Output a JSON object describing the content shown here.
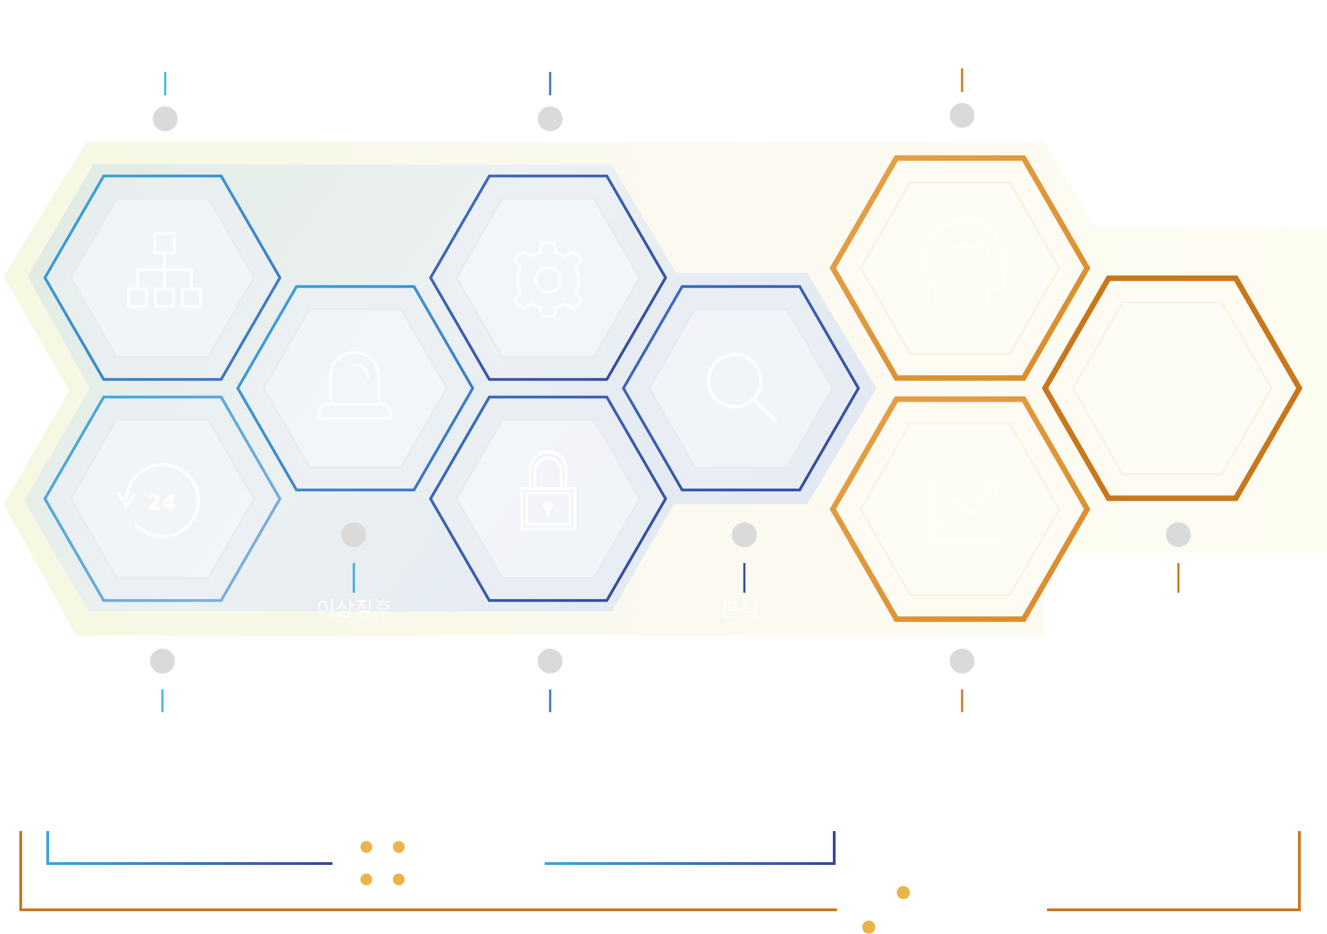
{
  "colors": {
    "blue_light": "#3AA6DD",
    "blue_mid": "#3C6FBF",
    "blue_dark": "#34479C",
    "orange": "#E1962E",
    "orange_dark": "#C8781C",
    "dot_gray": "#DADADA",
    "dot_gold": "#E8B546",
    "bg_yellow": "#FAF9E6",
    "bg_blue": "#E4EBF4"
  },
  "hexes": [
    {
      "id": "network",
      "icon": "network-hierarchy-icon",
      "group": "blue",
      "label": ""
    },
    {
      "id": "alarm",
      "icon": "alarm-siren-icon",
      "group": "blue",
      "label": "이상징후"
    },
    {
      "id": "settings",
      "icon": "gear-icon",
      "group": "blue",
      "label": ""
    },
    {
      "id": "search",
      "icon": "magnifier-search-icon",
      "group": "blue",
      "label": "분석"
    },
    {
      "id": "monitor24",
      "icon": "24-hour-cycle-icon",
      "group": "blue",
      "label": ""
    },
    {
      "id": "security",
      "icon": "padlock-icon",
      "group": "blue",
      "label": ""
    },
    {
      "id": "brain",
      "icon": "brain-head-icon",
      "group": "orange",
      "label": ""
    },
    {
      "id": "chart",
      "icon": "growth-chart-icon",
      "group": "orange",
      "label": ""
    },
    {
      "id": "check",
      "icon": "checkmark-icon",
      "group": "orange",
      "label": ""
    }
  ]
}
